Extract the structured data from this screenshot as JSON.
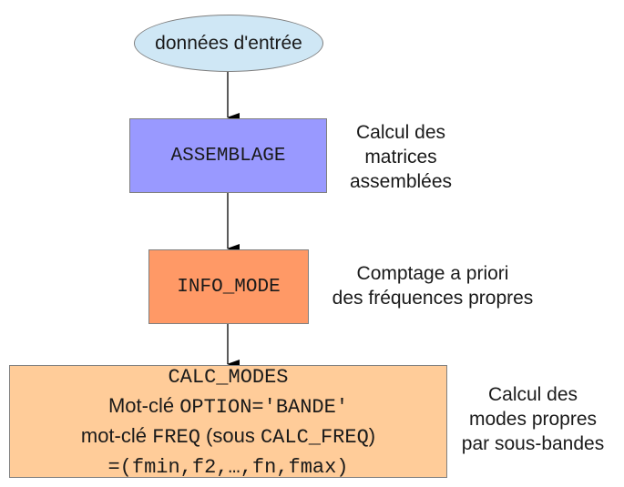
{
  "diagram": {
    "start": {
      "label": "données d'entrée"
    },
    "steps": [
      {
        "label": "ASSEMBLAGE",
        "note": [
          "Calcul des",
          "matrices",
          "assemblées"
        ]
      },
      {
        "label": "INFO_MODE",
        "note": [
          "Comptage a priori",
          "des fréquences propres"
        ]
      },
      {
        "lines": [
          [
            {
              "text": "CALC_MODES",
              "mono": true
            }
          ],
          [
            {
              "text": "Mot-clé ",
              "mono": false
            },
            {
              "text": "OPTION='BANDE'",
              "mono": true
            }
          ],
          [
            {
              "text": "mot-clé ",
              "mono": false
            },
            {
              "text": "FREQ",
              "mono": true
            },
            {
              "text": " (sous ",
              "mono": false
            },
            {
              "text": "CALC_FREQ",
              "mono": true
            },
            {
              "text": ")",
              "mono": false
            }
          ],
          [
            {
              "text": "=(fmin,f2,…,fn,fmax)",
              "mono": true
            }
          ]
        ],
        "note": [
          "Calcul des",
          "modes propres",
          "par sous-bandes"
        ]
      }
    ],
    "edges": [
      {
        "from": "start",
        "to": "ASSEMBLAGE"
      },
      {
        "from": "ASSEMBLAGE",
        "to": "INFO_MODE"
      },
      {
        "from": "INFO_MODE",
        "to": "CALC_MODES"
      }
    ],
    "colors": {
      "start_fill": "#cfe7f5",
      "assemblage_fill": "#9999ff",
      "info_mode_fill": "#ff9966",
      "calc_modes_fill": "#ffcc99",
      "border": "#808080"
    }
  }
}
